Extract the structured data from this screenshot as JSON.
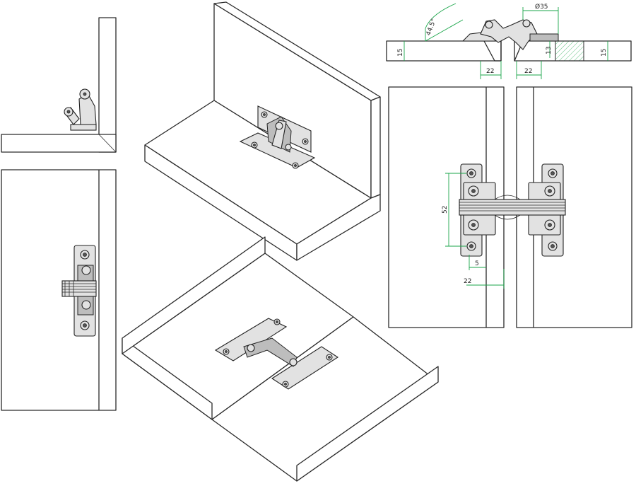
{
  "dimensions": {
    "angle": "44.5°",
    "diameter": "Ø35",
    "panel_thickness_left": "15",
    "panel_thickness_right": "15",
    "cup_depth": "13",
    "offset_left": "22",
    "offset_right": "22",
    "hole_spacing": "52",
    "edge_distance": "5",
    "front_offset": "22"
  },
  "colors": {
    "line": "#2a2a2a",
    "dimension": "#1aa64a",
    "metal": "#e2e2e2",
    "background": "#ffffff"
  }
}
